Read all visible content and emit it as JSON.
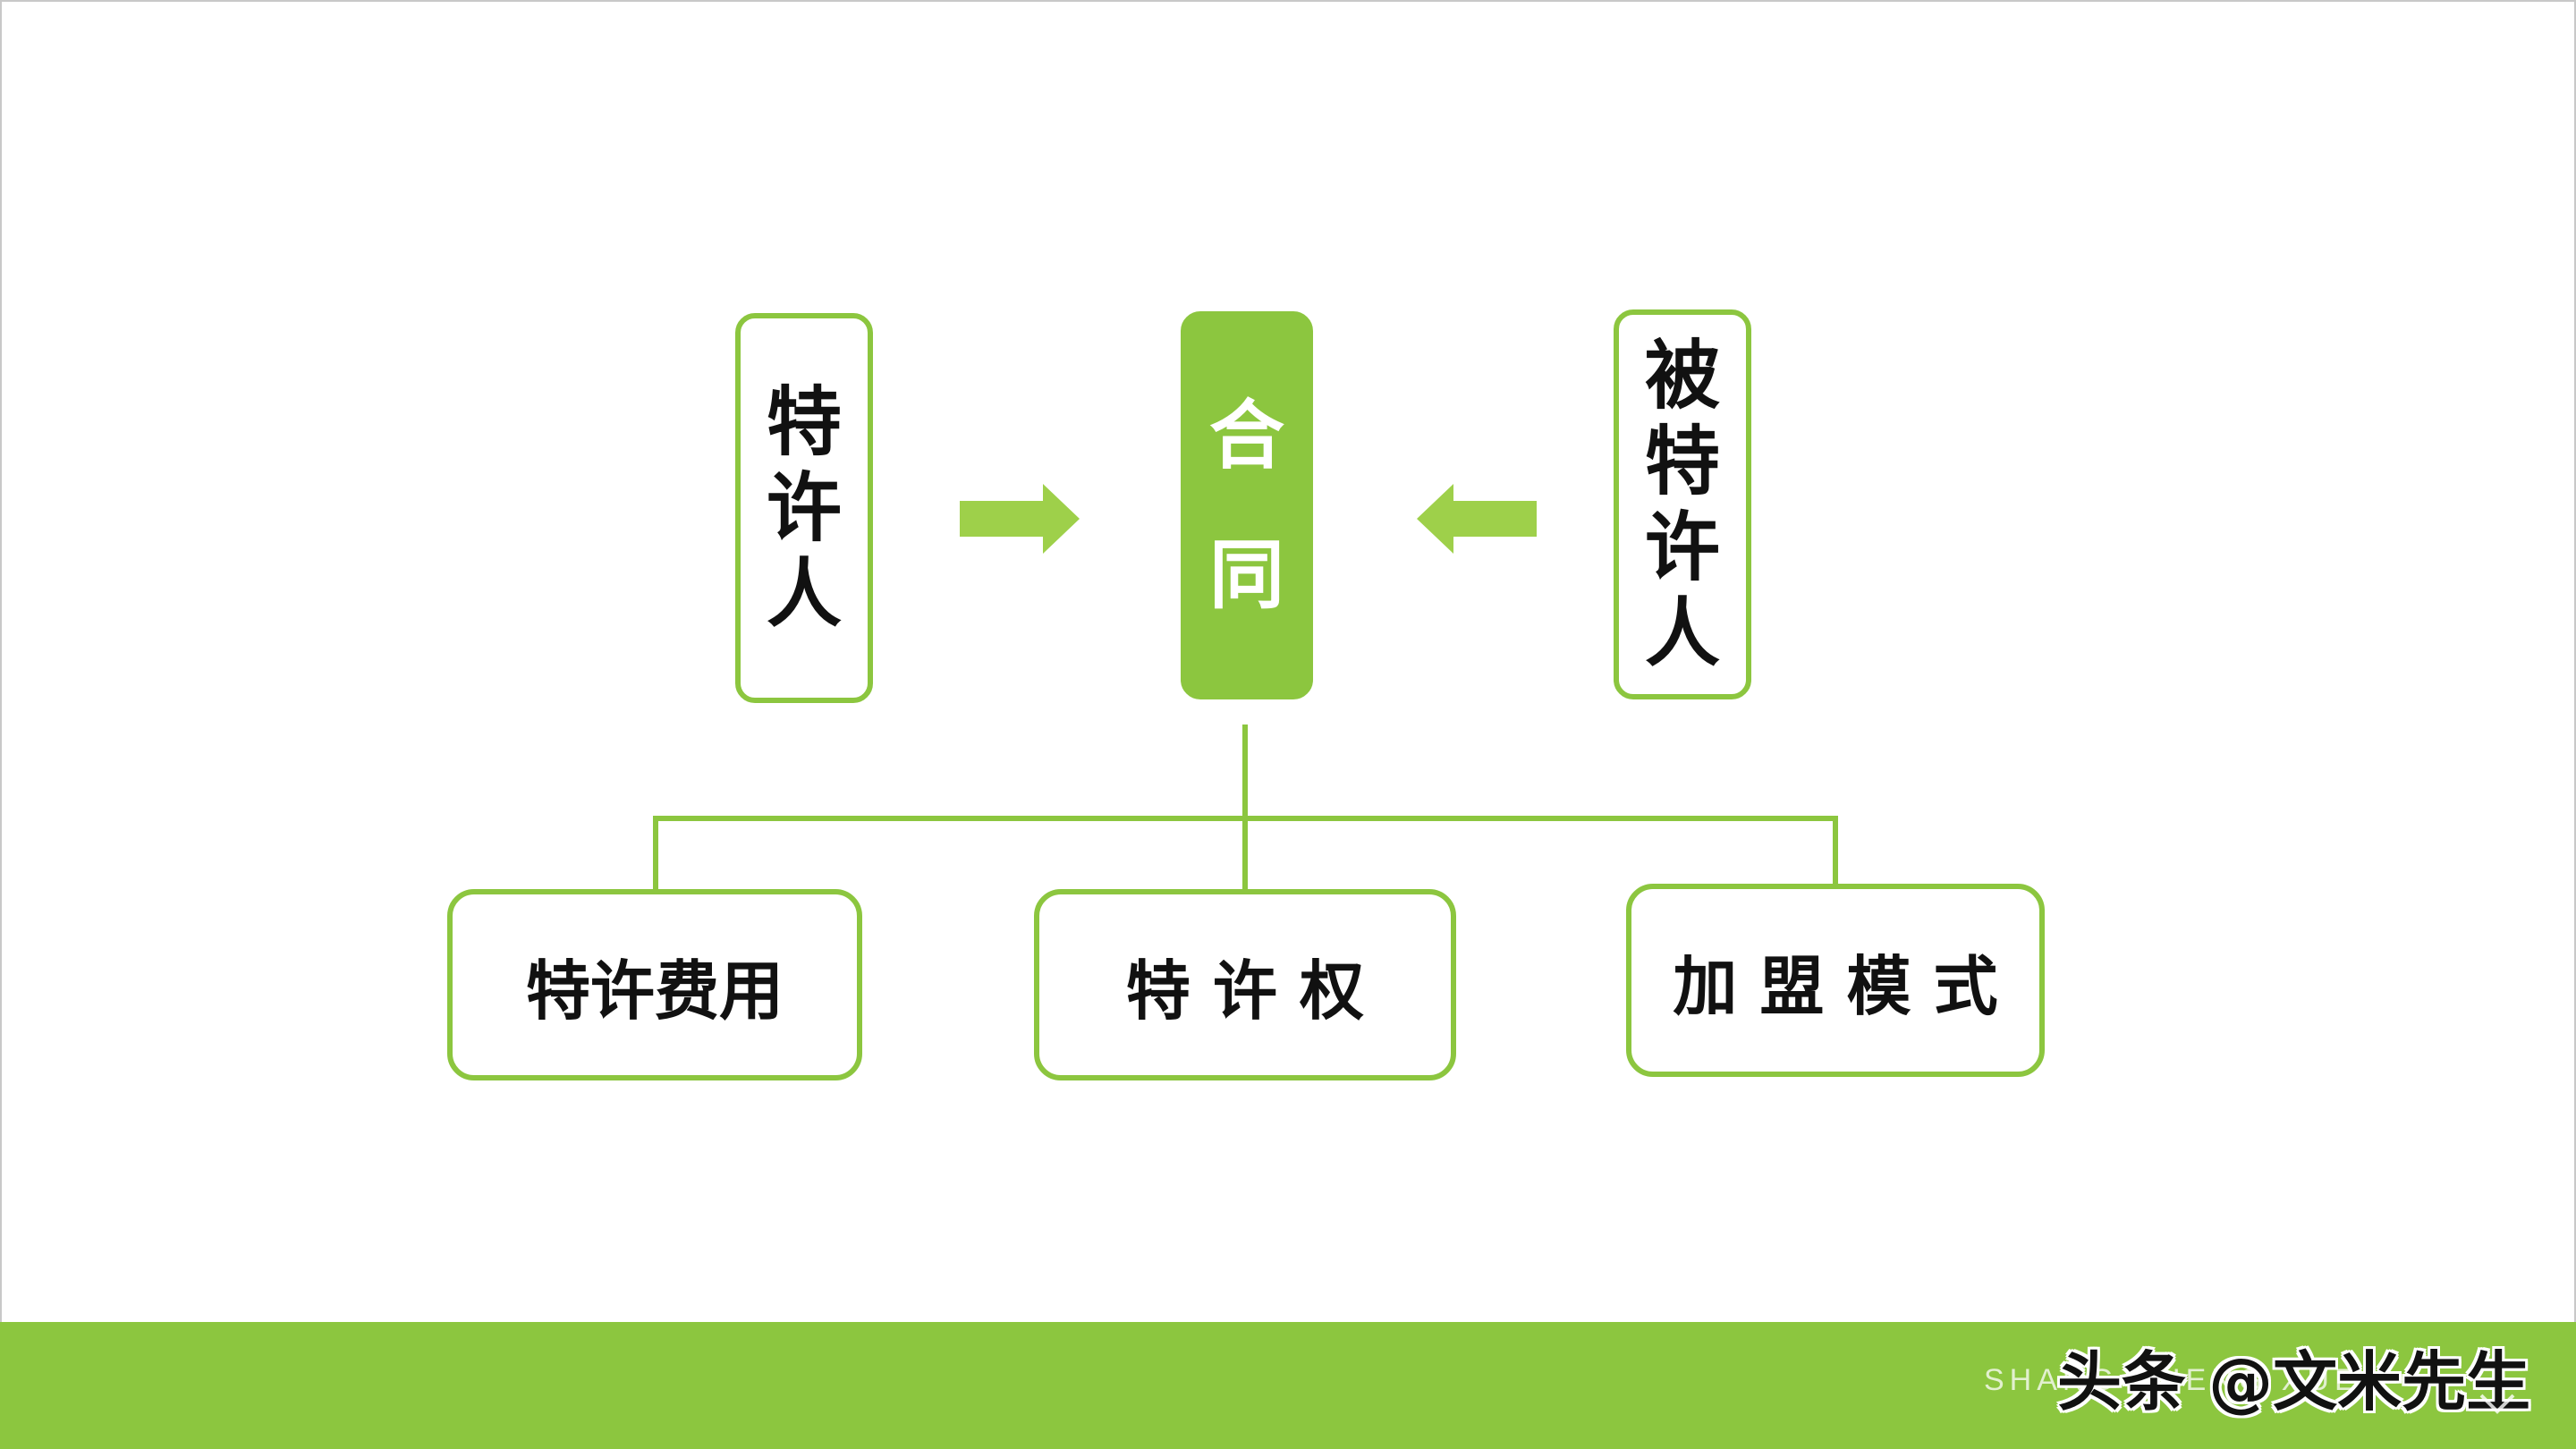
{
  "diagram": {
    "franchisor": [
      "特",
      "许",
      "人"
    ],
    "contract": [
      "合",
      "同"
    ],
    "franchisee": [
      "被",
      "特",
      "许",
      "人"
    ],
    "items": [
      "特许费用",
      "特 许 权",
      "加 盟 模 式"
    ]
  },
  "colors": {
    "accent": "#8cc63f",
    "arrow": "#9ed04a",
    "text": "#111111",
    "background": "#ffffff"
  },
  "footer": {
    "band_text": "SHANG SHENG XUE",
    "watermark": "头条 @文米先生",
    "corner_icon": "chevron-down-icon"
  }
}
